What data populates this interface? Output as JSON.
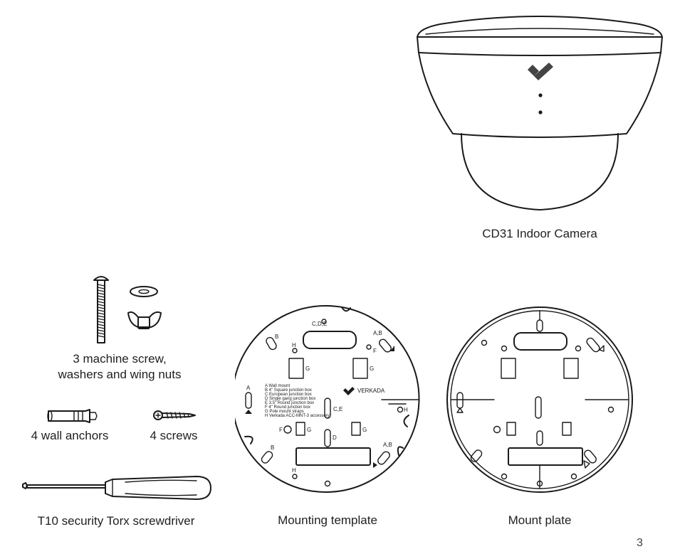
{
  "captions": {
    "camera": "CD31 Indoor Camera",
    "screws_line1": "3 machine screw,",
    "screws_line2": "washers and wing nuts",
    "anchors": "4 wall anchors",
    "small_screws": "4 screws",
    "screwdriver": "T10 security Torx screwdriver",
    "template": "Mounting template",
    "mount_plate": "Mount plate"
  },
  "template": {
    "brand": "VERKADA",
    "labels": {
      "cde": "C,D,E",
      "ab_top": "A,B",
      "ab_bottom": "A,B",
      "ce": "C,E",
      "a": "A",
      "b_top": "B",
      "b_bottom": "B",
      "f_top": "F",
      "f_mid": "F",
      "h_top": "H",
      "h_mid": "H",
      "h_bottom": "H",
      "d": "D",
      "g1": "G",
      "g2": "G",
      "g3": "G",
      "g4": "G"
    },
    "legend": [
      "A  Wall mount",
      "B  4\" Square junction box",
      "C  European junction box",
      "D  Single gang junction box",
      "E  3.5\" Round junction box",
      "F  4\" Round junction box",
      "G  Pole mount straps",
      "H  Verkada ACC-MNT-3 accessory"
    ]
  },
  "page_number": "3",
  "icons": [
    "verkada-logo-icon"
  ]
}
